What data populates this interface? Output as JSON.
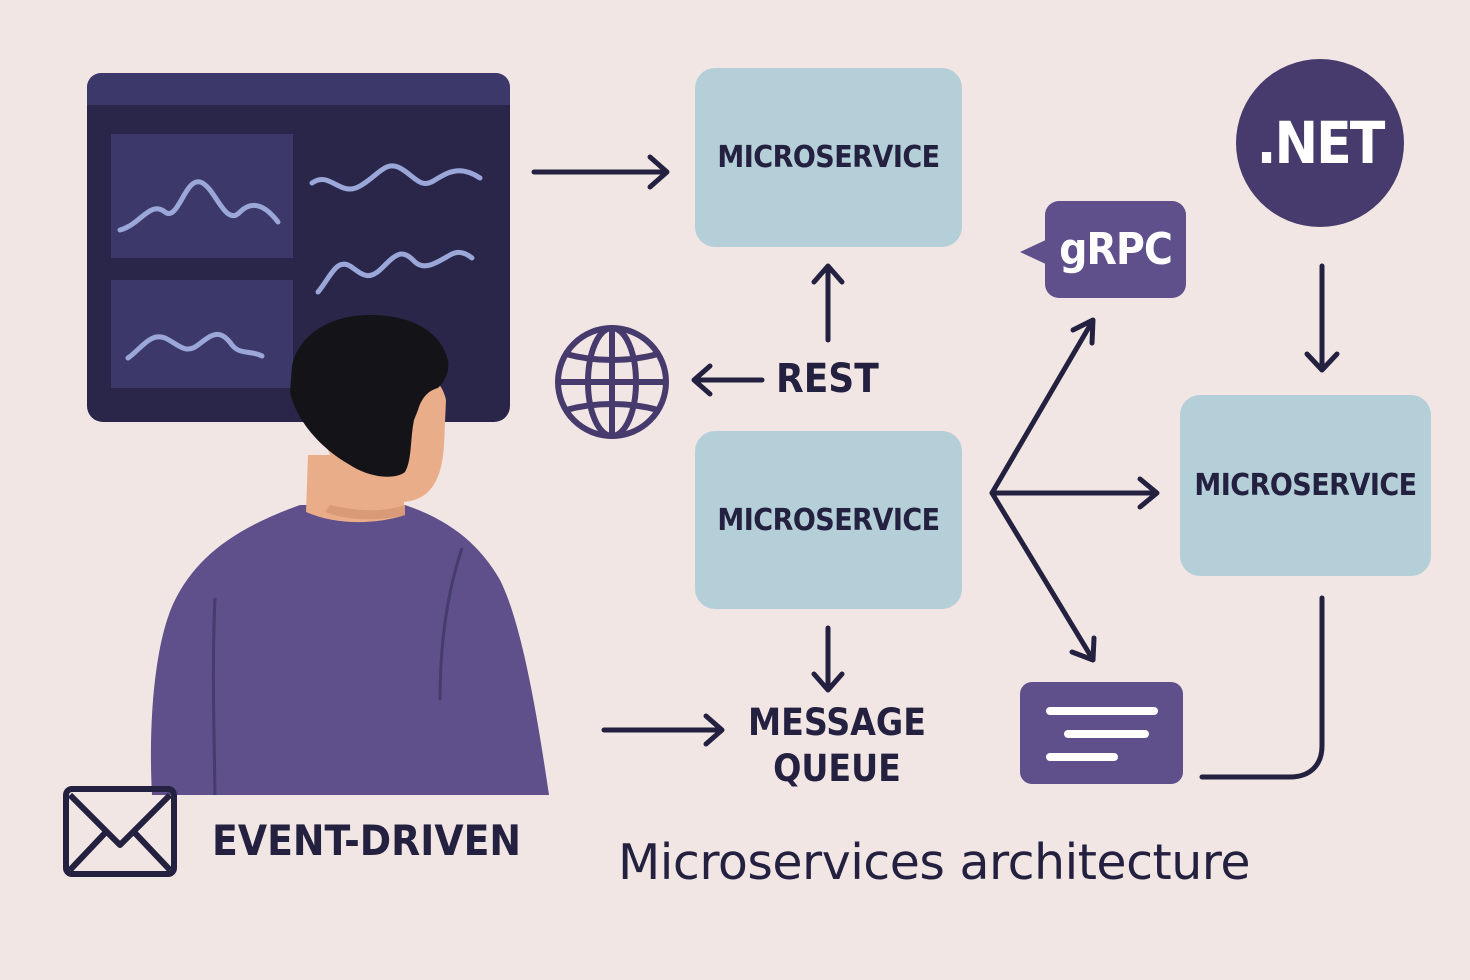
{
  "title": "Microservices architecture",
  "services": {
    "top": "MICROSERVICE",
    "middle": "MICROSERVICE",
    "right": "MICROSERVICE"
  },
  "labels": {
    "rest": "REST",
    "grpc": "gRPC",
    "dotnet": ".NET",
    "queue_line1": "MESSAGE",
    "queue_line2": "QUEUE",
    "event_driven": "EVENT-DRIVEN"
  },
  "icons": [
    "dashboard-monitor-icon",
    "globe-icon",
    "message-bubble-icon",
    "envelope-icon",
    "speech-bubble-icon",
    "person-illustration"
  ],
  "colors": {
    "background": "#f2e6e5",
    "navy": "#23213f",
    "service_box": "#b5cfd8",
    "purple": "#5f4f8b",
    "dark_purple": "#463b6c",
    "monitor": "#292649",
    "monitor_panel": "#3c3869",
    "wave": "#9aa7d8"
  }
}
